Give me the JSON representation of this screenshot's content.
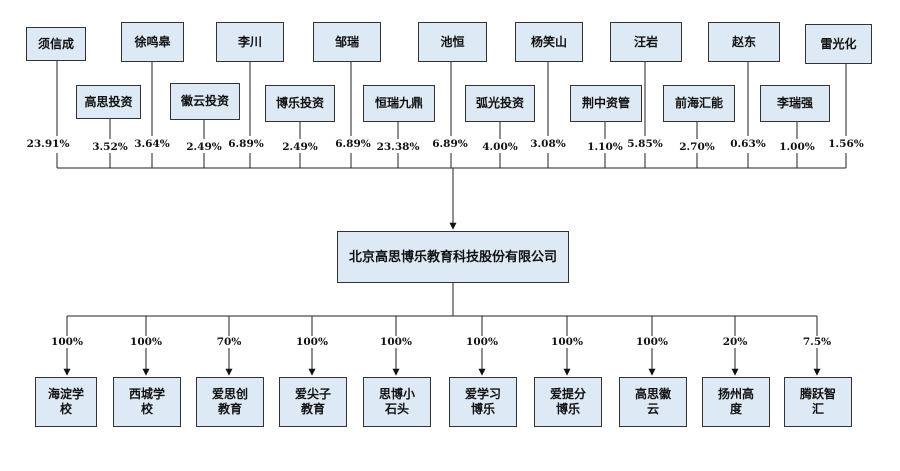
{
  "shareholders": [
    {
      "name": "须信成",
      "percent": "23.91%"
    },
    {
      "name": "高思投资",
      "percent": "3.52%"
    },
    {
      "name": "徐鸣皋",
      "percent": "3.64%"
    },
    {
      "name": "徽云投资",
      "percent": "2.49%"
    },
    {
      "name": "李川",
      "percent": "6.89%"
    },
    {
      "name": "博乐投资",
      "percent": "2.49%"
    },
    {
      "name": "邹瑞",
      "percent": "6.89%"
    },
    {
      "name": "恒瑞九鼎",
      "percent": "23.38%"
    },
    {
      "name": "池恒",
      "percent": "6.89%"
    },
    {
      "name": "弧光投资",
      "percent": "4.00%"
    },
    {
      "name": "杨笑山",
      "percent": "3.08%"
    },
    {
      "name": "荆中资管",
      "percent": "1.10%"
    },
    {
      "name": "汪岩",
      "percent": "5.85%"
    },
    {
      "name": "前海汇能",
      "percent": "2.70%"
    },
    {
      "name": "赵东",
      "percent": "0.63%"
    },
    {
      "name": "李瑞强",
      "percent": "1.00%"
    },
    {
      "name": "雷光化",
      "percent": "1.56%"
    }
  ],
  "company": {
    "name": "北京高思博乐教育科技股份有限公司"
  },
  "subsidiaries": [
    {
      "name": "海淀学校",
      "percent": "100%"
    },
    {
      "name": "西城学校",
      "percent": "100%"
    },
    {
      "name": "爱思创教育",
      "percent": "70%"
    },
    {
      "name": "爱尖子教育",
      "percent": "100%"
    },
    {
      "name": "思博小石头",
      "percent": "100%"
    },
    {
      "name": "爱学习博乐",
      "percent": "100%"
    },
    {
      "name": "爱提分博乐",
      "percent": "100%"
    },
    {
      "name": "高思徽云",
      "percent": "100%"
    },
    {
      "name": "扬州高度",
      "percent": "20%"
    },
    {
      "name": "腾跃智汇",
      "percent": "7.5%"
    }
  ]
}
